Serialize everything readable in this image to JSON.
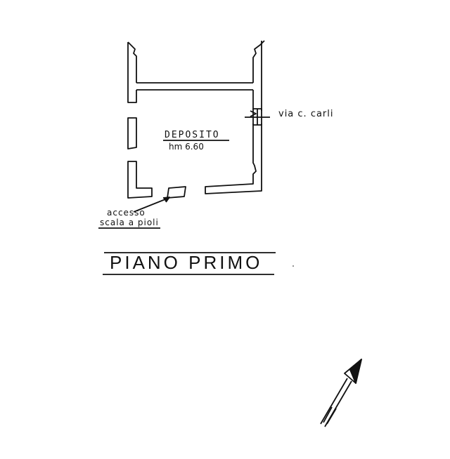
{
  "labels": {
    "room_name": "DEPOSITO",
    "room_height": "hm 6.60",
    "street": "via c. carli",
    "access_line1": "accesso",
    "access_line2": "scala a pioli",
    "floor_title": "PIANO PRIMO"
  },
  "icons": {
    "north_arrow": "north-arrow-icon"
  },
  "colors": {
    "ink": "#111111",
    "paper": "#ffffff"
  }
}
